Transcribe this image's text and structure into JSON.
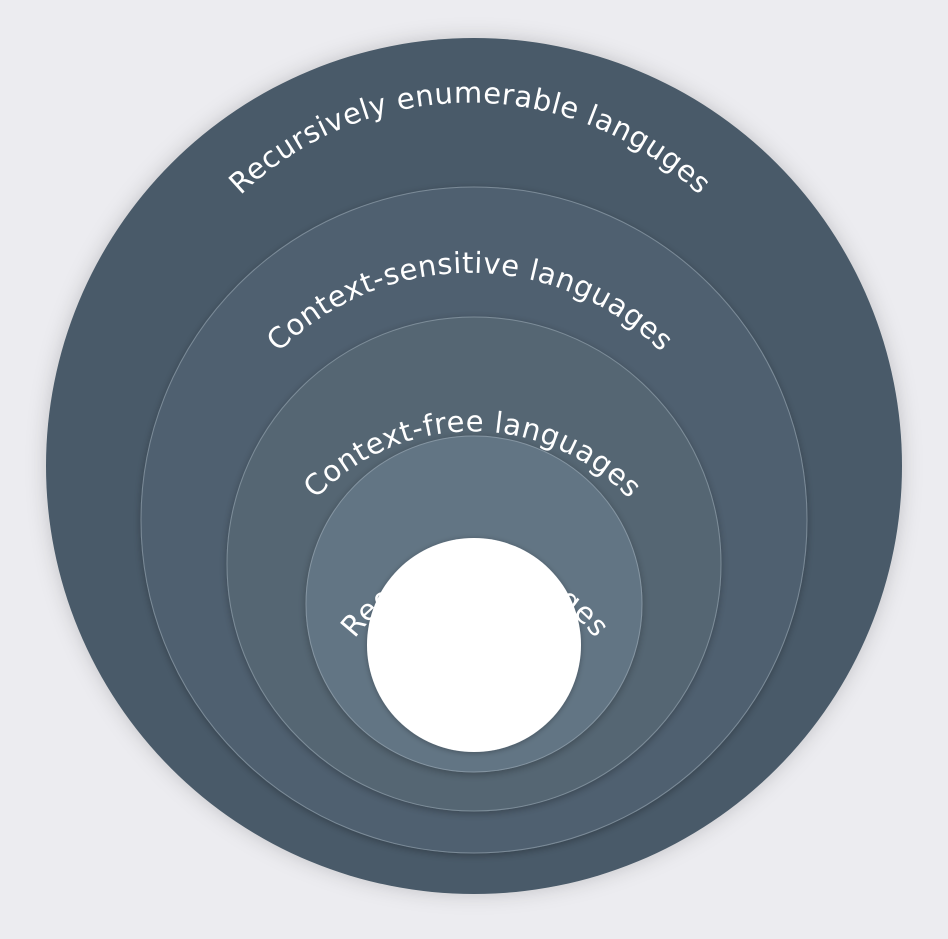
{
  "diagram": {
    "levels": [
      {
        "label": "Recursively enumerable languges",
        "color": "#4a5a69"
      },
      {
        "label": "Context-sensitive languages",
        "color": "#4f6070"
      },
      {
        "label": "Context-free languages",
        "color": "#556673"
      },
      {
        "label": "Regular languages",
        "color": "#627584"
      }
    ],
    "core_color": "#ffffff",
    "background_color": "#ececf0"
  }
}
